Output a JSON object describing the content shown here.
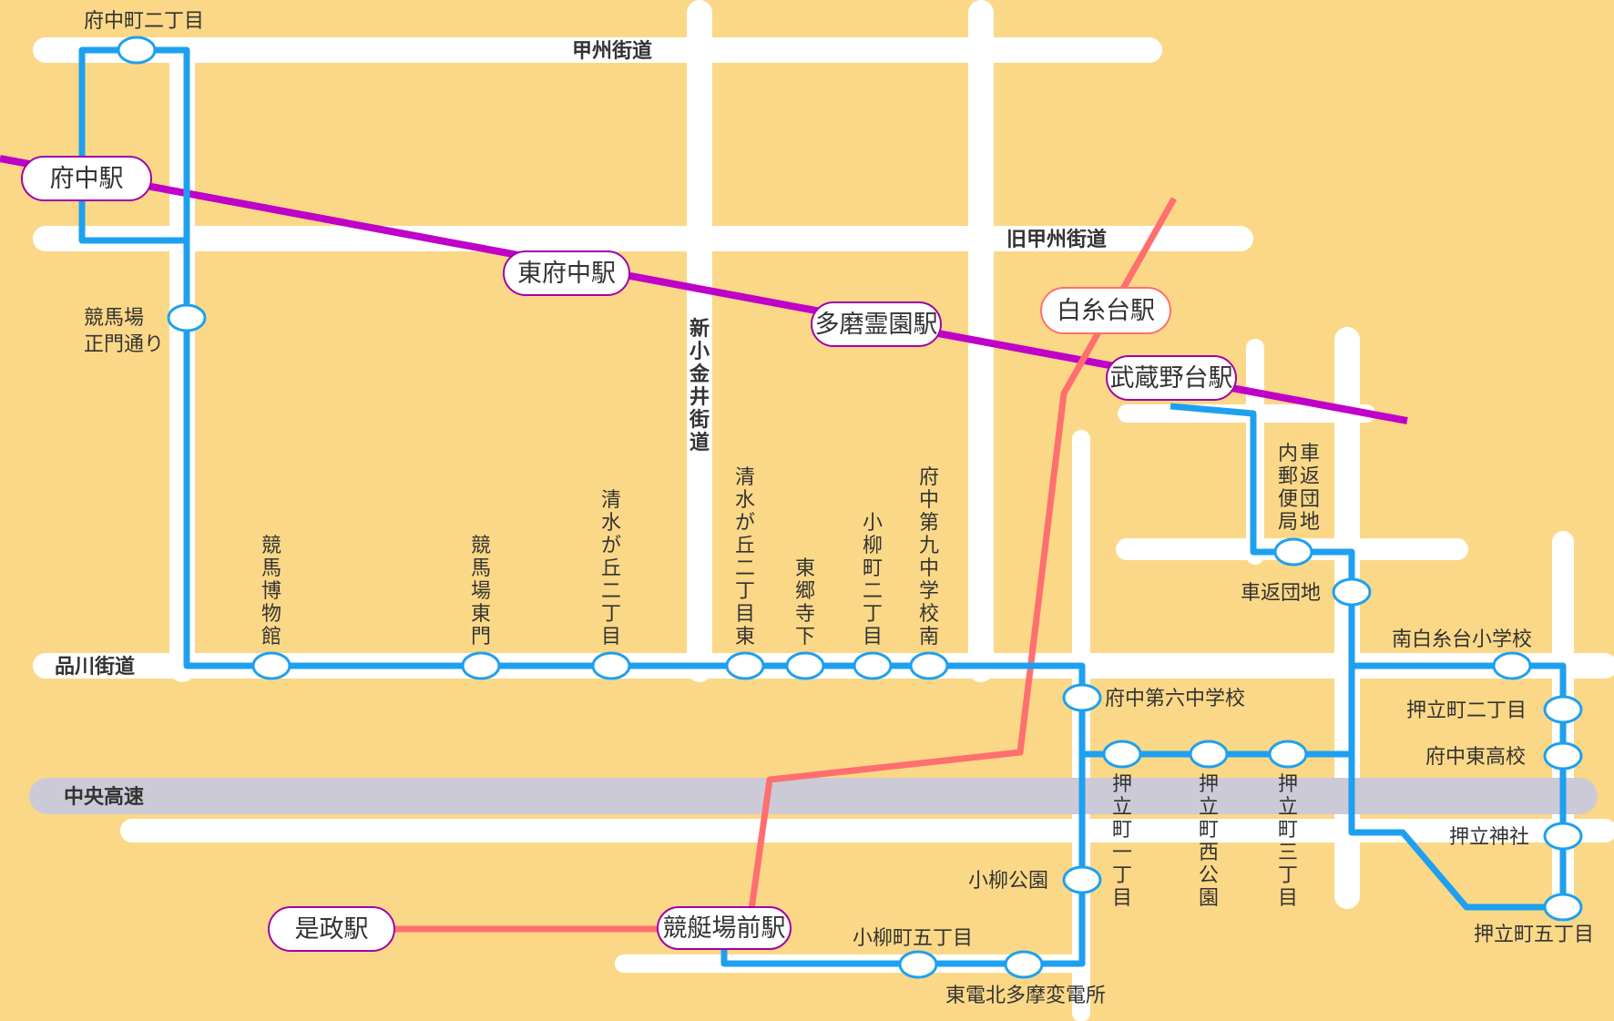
{
  "colors": {
    "background": "#fbd887",
    "road": "#ffffff",
    "expressway": "#cccad6",
    "bus_route": "#1ea0f0",
    "keio_line": "#c000c8",
    "seibu_line": "#ff6f6f",
    "station_border": "#a000a8"
  },
  "roads": {
    "koshu": "甲州街道",
    "kyu_koshu": "旧甲州街道",
    "shinagawa": "品川街道",
    "chuo": "中央高速",
    "shinkoganei": "新小金井街道"
  },
  "stations": {
    "fuchu": "府中駅",
    "higashi_fuchu": "東府中駅",
    "tama_reien": "多磨霊園駅",
    "shiraitodai": "白糸台駅",
    "musashinodai": "武蔵野台駅",
    "koremasa": "是政駅",
    "kyoteijomae": "競艇場前駅"
  },
  "stops": {
    "fuchucho_2": "府中町二丁目",
    "keibajo_seimon_1": "競馬場",
    "keibajo_seimon_2": "正門通り",
    "keiba_hakubutsukan": "競馬博物館",
    "keibajo_tomon": "競馬場東門",
    "shimizugaoka_2": "清水が丘二丁目",
    "shimizugaoka_2_higashi": "清水が丘二丁目東",
    "togoji_shita": "東郷寺下",
    "koyanagi_2": "小柳町二丁目",
    "fuchu_9chu_minami": "府中第九中学校南",
    "fuchu_6chu": "府中第六中学校",
    "kurumagaeshi_yubinkyoku": "車返団地内郵便局",
    "kurumagaeshi_danchi": "車返団地",
    "minami_shiraitodai_sho": "南白糸台小学校",
    "oshitate_2": "押立町二丁目",
    "fuchu_higashi_ko": "府中東高校",
    "oshitate_jinja": "押立神社",
    "oshitate_5": "押立町五丁目",
    "oshitate_1": "押立町一丁目",
    "oshitate_nishi_koen": "押立町西公園",
    "oshitate_3": "押立町三丁目",
    "koyanagi_koen": "小柳公園",
    "koyanagi_5": "小柳町五丁目",
    "toden_hokutama": "東電北多摩変電所"
  }
}
